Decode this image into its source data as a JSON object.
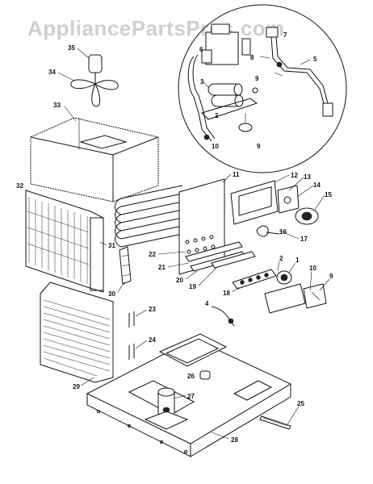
{
  "watermark": "AppliancePartsPros.com",
  "callouts": {
    "c1": "1",
    "c2": "2",
    "c4": "4",
    "c5": "5",
    "c6": "6",
    "c7": "7",
    "c8": "8",
    "c9": "9",
    "c10": "10",
    "c11": "11",
    "c12": "12",
    "c13": "13",
    "c14": "14",
    "c15": "15",
    "c16": "16",
    "c17": "17",
    "c18": "18",
    "c19": "19",
    "c20": "20",
    "c21": "21",
    "c22": "22",
    "c23": "23",
    "c24": "24",
    "c25": "25",
    "c26": "26",
    "c27": "27",
    "c28": "28",
    "c29": "29",
    "c30": "30",
    "c31": "31",
    "c32": "32",
    "c33": "33",
    "c34": "34",
    "c35": "35",
    "inset_2": "2",
    "inset_6": "6",
    "inset_8": "8",
    "inset_9a": "9",
    "inset_9b": "9",
    "inset_10": "10",
    "inset_3": "3"
  }
}
